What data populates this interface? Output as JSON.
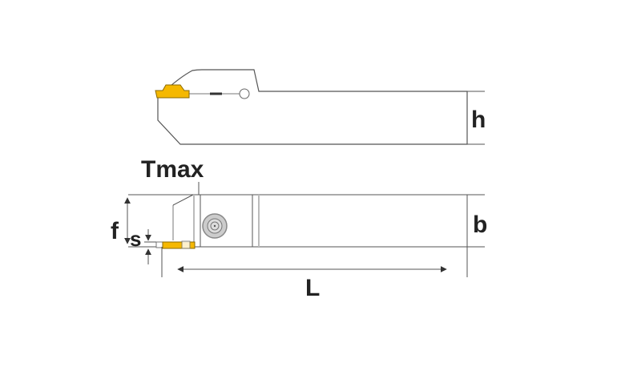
{
  "labels": {
    "h": "h",
    "b": "b",
    "L": "L",
    "tmax": "Tmax",
    "f": "f",
    "s": "s"
  },
  "colors": {
    "insert": "#F5B800",
    "outline": "#555555",
    "text": "#222222"
  }
}
